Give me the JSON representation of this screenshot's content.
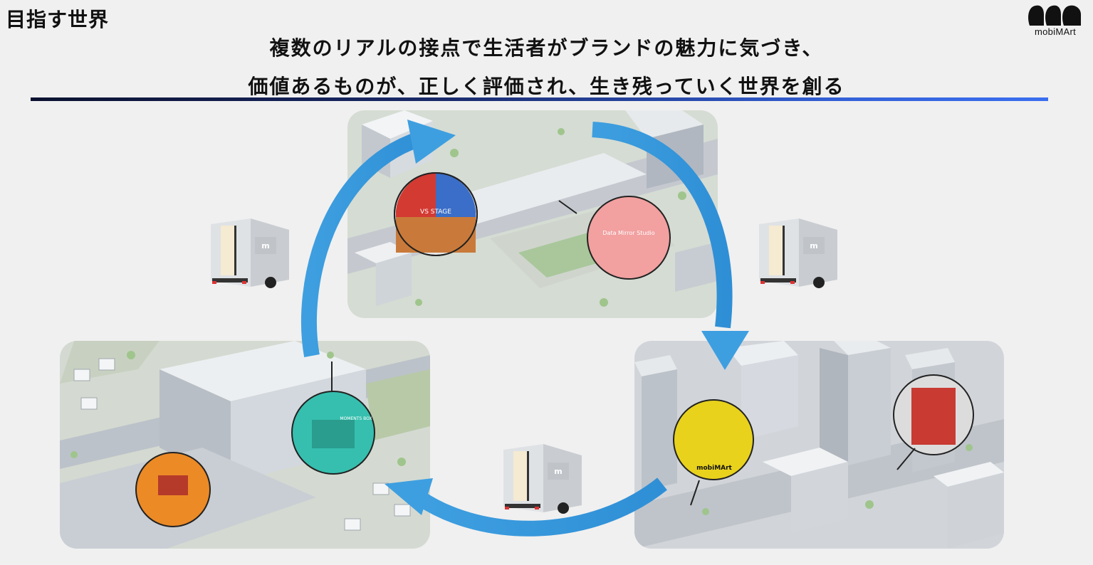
{
  "page": {
    "title": "目指す世界",
    "headline_line1": "複数のリアルの接点で生活者がブランドの魅力に気づき、",
    "headline_line2": "価値あるものが、正しく評価され、生き残っていく世界を創る"
  },
  "logo": {
    "text": "mobiMArt"
  },
  "scenes": {
    "top": {
      "bubble_left_text": "VS STAGE",
      "bubble_right_text": "Data Mirror Studio"
    },
    "left": {
      "bubble_teal_text": "MOMENTS BOX"
    },
    "right": {
      "bubble_yellow_text": "mobiMArt"
    }
  },
  "colors": {
    "accent": "#3461d8",
    "arrow": "#3a9fde",
    "bubble_red": "#d33a32",
    "bubble_blue": "#3a6ec8",
    "bubble_pink": "#f2a0a0",
    "bubble_teal": "#36bfae",
    "bubble_orange": "#ec8a26",
    "bubble_yellow": "#e8d21c"
  }
}
